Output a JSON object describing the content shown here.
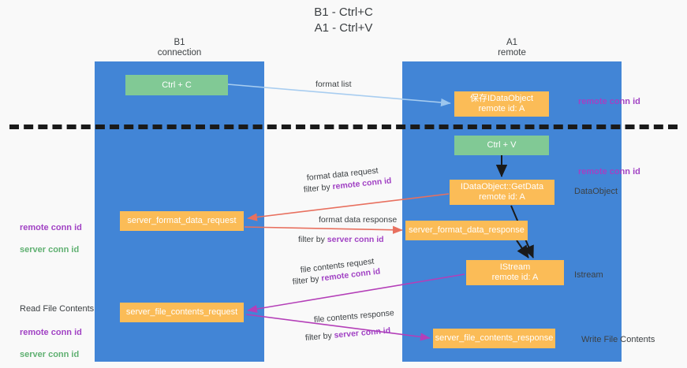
{
  "title": "B1 - Ctrl+C\nA1 - Ctrl+V",
  "lanes": [
    {
      "name": "b1",
      "header": "B1\nconnection"
    },
    {
      "name": "a1",
      "header": "A1\nremote"
    }
  ],
  "boxes": {
    "ctrl_c": "Ctrl + C",
    "idataobject": "保存IDataObject\nremote id: A",
    "ctrl_v": "Ctrl + V",
    "getdata": "IDataObject::GetData\nremote id: A",
    "server_format_data_request": "server_format_data_request",
    "server_format_data_response": "server_format_data_response",
    "istream": "IStream\nremote id: A",
    "server_file_contents_request": "server_file_contents_request",
    "server_file_contents_response": "server_file_contents_response"
  },
  "side_labels": {
    "remote_conn_id_top": "remote conn id",
    "remote_conn_id_mid": "remote conn id",
    "dataobject": "DataObject",
    "istream": "Istream",
    "write_file_contents": "Write File Contents",
    "read_file_contents": "Read File Contents",
    "remote_conn_id": "remote conn id",
    "server_conn_id": "server conn id"
  },
  "arrow_labels": {
    "format_list": "format list",
    "format_data_request": "format data request",
    "format_data_request_filter_prefix": "filter by ",
    "format_data_request_filter_key": "remote conn id",
    "format_data_response": "format data response",
    "format_data_response_filter_prefix": "filter by ",
    "format_data_response_filter_key": "server conn id",
    "file_contents_request": "file contents request",
    "file_contents_request_filter_prefix": "filter by ",
    "file_contents_request_filter_key": "remote conn id",
    "file_contents_response": "file contents response",
    "file_contents_response_filter_prefix": "filter by ",
    "file_contents_response_filter_key": "server conn id"
  },
  "colors": {
    "lane": "#4285d6",
    "green_box": "#81c995",
    "orange_box": "#fbbc57",
    "purple": "#a142c4",
    "green_text": "#5fb071",
    "light_blue_arrow": "#a8cdf0",
    "red_arrow": "#e8705f",
    "magenta_arrow": "#b43fb8",
    "black_arrow": "#1a1a1a",
    "background": "#f9f9f9"
  }
}
